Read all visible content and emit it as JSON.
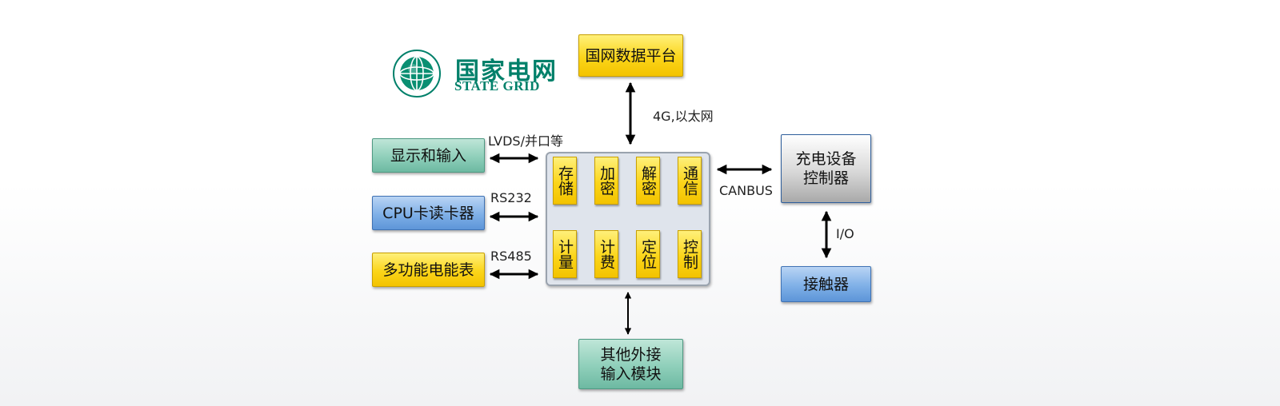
{
  "logo": {
    "name_cn": "国家电网",
    "name_en": "STATE GRID",
    "color": "#00806a"
  },
  "top_box": "国网数据平台",
  "bottom_box_line1": "其他外接",
  "bottom_box_line2": "输入模块",
  "left_boxes": [
    {
      "text": "显示和输入",
      "label": "LVDS/并口等",
      "color": "green"
    },
    {
      "text": "CPU卡读卡器",
      "label": "RS232",
      "color": "blue"
    },
    {
      "text": "多功能电能表",
      "label": "RS485",
      "color": "yellow"
    }
  ],
  "right_top_box_line1": "充电设备",
  "right_top_box_line2": "控制器",
  "right_bottom_box": "接触器",
  "labels": {
    "top": "4G,以太网",
    "right": "CANBUS",
    "right_vertical": "I/O"
  },
  "core_functions": [
    "存储",
    "加密",
    "解密",
    "通信",
    "计量",
    "计费",
    "定位",
    "控制"
  ]
}
